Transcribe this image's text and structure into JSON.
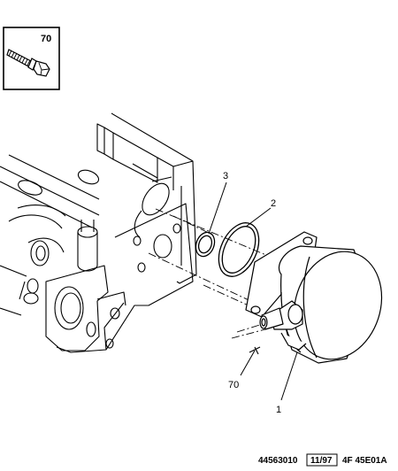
{
  "inset": {
    "callout": "70"
  },
  "callouts": {
    "item1": "1",
    "item2": "2",
    "item3": "3",
    "item70": "70"
  },
  "reference": {
    "part_no": "44563010",
    "date": "11/97",
    "code": "4F 45E01A"
  }
}
